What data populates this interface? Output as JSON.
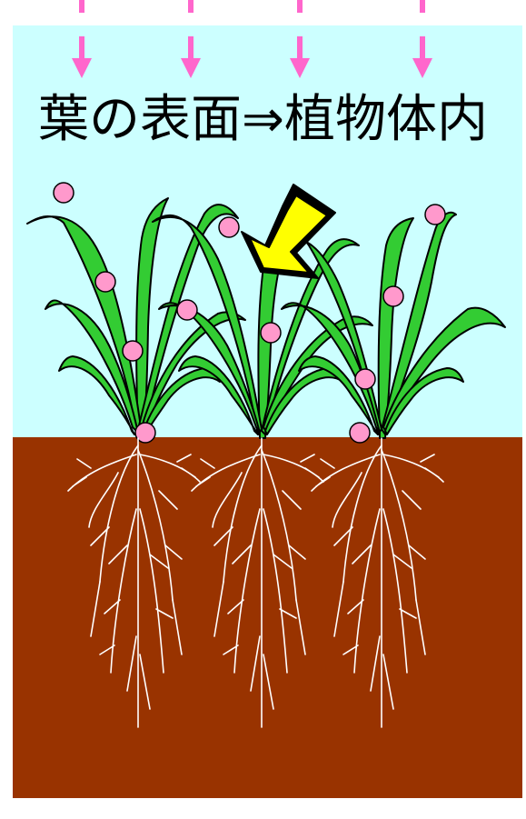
{
  "caption": "葉の表面⇒植物体内",
  "colors": {
    "sky": "#ccffff",
    "soil": "#993300",
    "leaf": "#33cc33",
    "leaf_outline": "#000000",
    "droplet": "#ff99cc",
    "rain_arrow": "#ff66cc",
    "pointer_arrow": "#ffff00",
    "root": "#ffffff"
  },
  "icons": {
    "rain": "pink-downward-arrow",
    "pointer": "yellow-diagonal-arrow",
    "droplet": "pink-circle"
  }
}
